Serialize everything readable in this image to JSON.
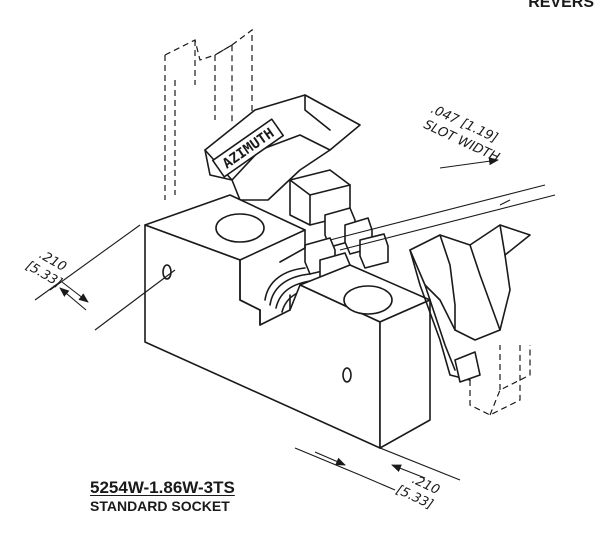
{
  "title_fragment": "REVERS",
  "label_azimuth": "AZIMUTH",
  "dim_slot": {
    "value": ".047 [1.19]",
    "label": "SLOT WIDTH"
  },
  "dim_left": {
    "inch": ".210",
    "mm": "[5.33]"
  },
  "dim_right": {
    "inch": ".210",
    "mm": "[5.33]"
  },
  "caption": {
    "part_number": "5254W-1.86W-3TS",
    "description": "STANDARD SOCKET"
  }
}
